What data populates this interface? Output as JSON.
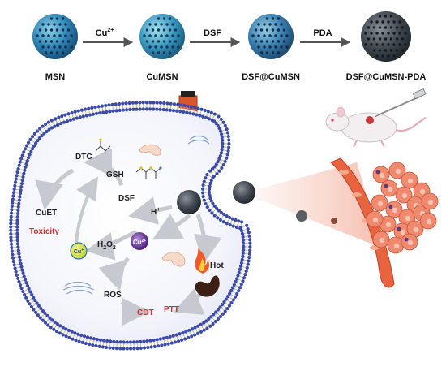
{
  "synthesis": {
    "stages": [
      {
        "label": "MSN"
      },
      {
        "label": "CuMSN"
      },
      {
        "label": "DSF@CuMSN"
      },
      {
        "label": "DSF@CuMSN-PDA"
      }
    ],
    "arrows": [
      {
        "label": "Cu"
      },
      {
        "label": "DSF"
      },
      {
        "label": "PDA"
      }
    ],
    "cu_charge": "2+"
  },
  "mechanism": {
    "dtc": "DTC",
    "gsh": "GSH",
    "dsf": "DSF",
    "h_plus": "H",
    "h_sup": "+",
    "cuet": "CuET",
    "toxicity": "Toxicity",
    "cu_plus": "Cu",
    "cu_plus_sup": "+",
    "cu_2plus": "Cu",
    "cu_2plus_sup": "2+",
    "h2o2_h": "H",
    "h2o2_2": "2",
    "h2o2_o": "O",
    "ros": "ROS",
    "cdt": "CDT",
    "hot": "Hot",
    "ptt": "PTT"
  },
  "colors": {
    "membrane": "#3b4aa8",
    "laser": "#e8562a",
    "red_label": "#d0312d",
    "tissue": "#e8694a"
  }
}
